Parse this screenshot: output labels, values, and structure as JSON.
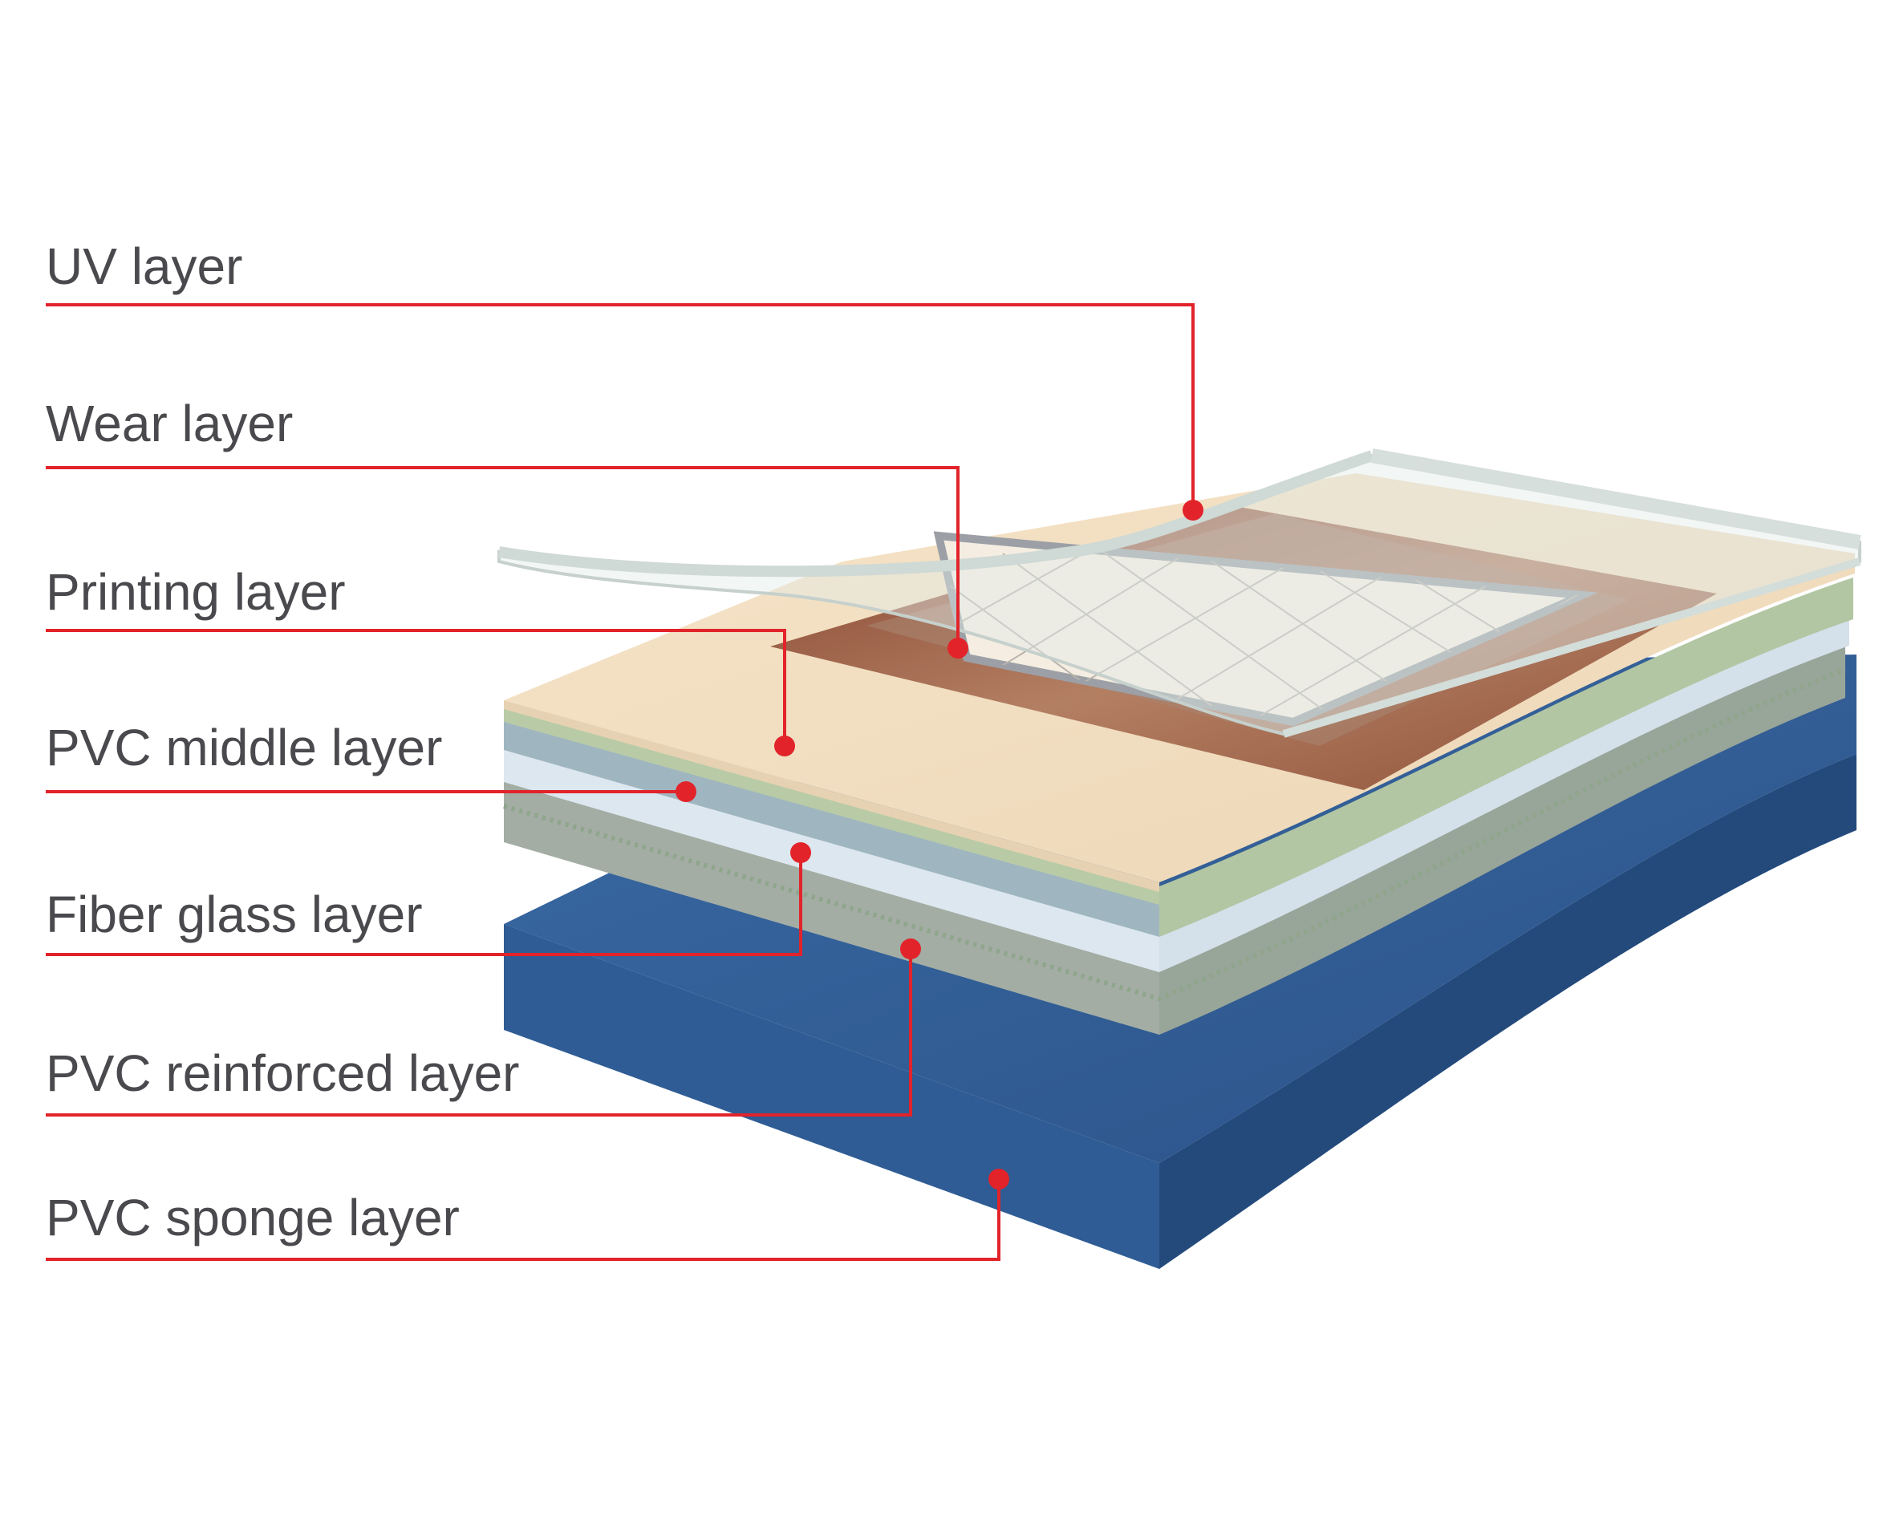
{
  "layers": [
    {
      "label": "UV layer"
    },
    {
      "label": "Wear layer"
    },
    {
      "label": "Printing layer"
    },
    {
      "label": "PVC middle layer"
    },
    {
      "label": "Fiber glass layer"
    },
    {
      "label": "PVC reinforced layer"
    },
    {
      "label": "PVC sponge layer"
    }
  ],
  "colors": {
    "leader": "#e2232a",
    "label_text": "#4a4a4e",
    "sponge": "#2d5a92",
    "reinforced": "#a8b2a8",
    "fiberglass": "#dbe6ee",
    "middle": "#b6c7a2",
    "printing": "#f1dcc0",
    "pattern_border": "#9c5a45",
    "pattern_tile": "#f4ece0",
    "wear_uv": "#d2dcd6"
  }
}
